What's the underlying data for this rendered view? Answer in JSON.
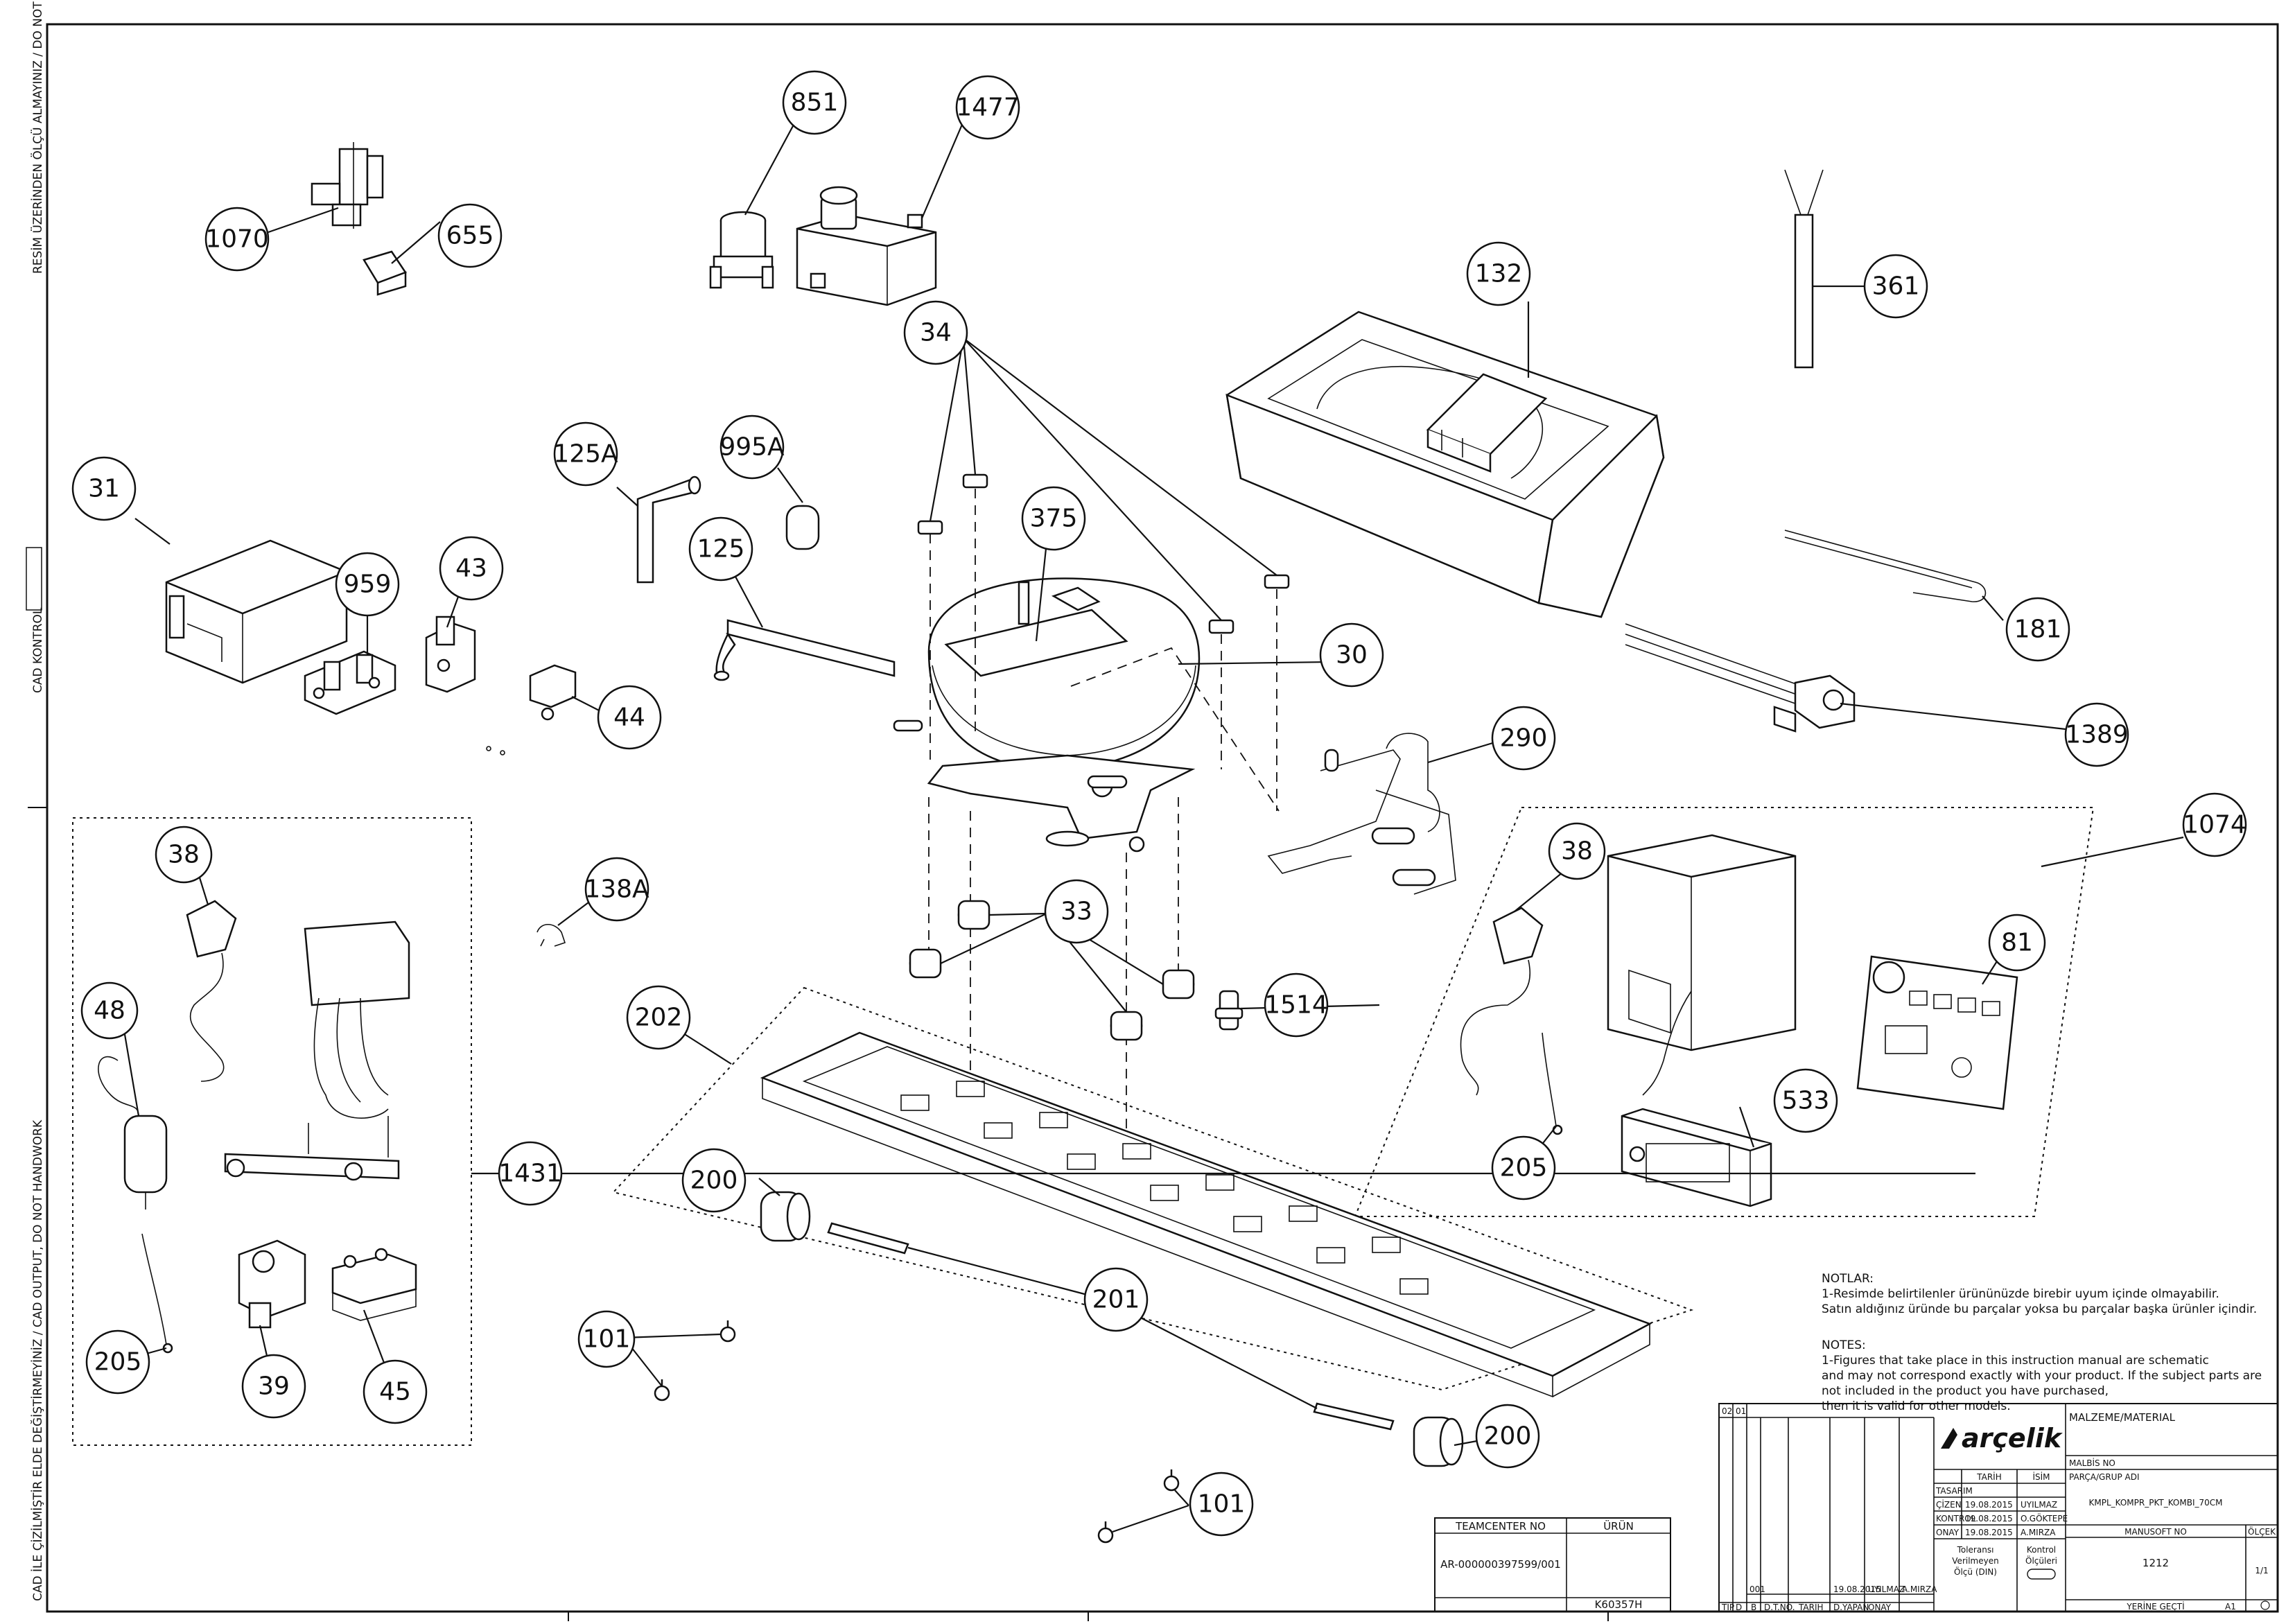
{
  "callouts": [
    {
      "id": "851",
      "label": "851"
    },
    {
      "id": "1477",
      "label": "1477"
    },
    {
      "id": "1070",
      "label": "1070"
    },
    {
      "id": "655",
      "label": "655"
    },
    {
      "id": "34",
      "label": "34"
    },
    {
      "id": "132",
      "label": "132"
    },
    {
      "id": "361",
      "label": "361"
    },
    {
      "id": "125A",
      "label": "125A"
    },
    {
      "id": "995A",
      "label": "995A"
    },
    {
      "id": "31",
      "label": "31"
    },
    {
      "id": "375",
      "label": "375"
    },
    {
      "id": "125",
      "label": "125"
    },
    {
      "id": "959",
      "label": "959"
    },
    {
      "id": "43",
      "label": "43"
    },
    {
      "id": "30",
      "label": "30"
    },
    {
      "id": "181",
      "label": "181"
    },
    {
      "id": "44",
      "label": "44"
    },
    {
      "id": "1389",
      "label": "1389"
    },
    {
      "id": "290",
      "label": "290"
    },
    {
      "id": "1074",
      "label": "1074"
    },
    {
      "id": "38-left",
      "label": "38"
    },
    {
      "id": "38-right",
      "label": "38"
    },
    {
      "id": "138A",
      "label": "138A"
    },
    {
      "id": "33",
      "label": "33"
    },
    {
      "id": "81",
      "label": "81"
    },
    {
      "id": "48",
      "label": "48"
    },
    {
      "id": "1514",
      "label": "1514"
    },
    {
      "id": "202",
      "label": "202"
    },
    {
      "id": "533",
      "label": "533"
    },
    {
      "id": "1431",
      "label": "1431"
    },
    {
      "id": "205-right",
      "label": "205"
    },
    {
      "id": "200-top",
      "label": "200"
    },
    {
      "id": "201",
      "label": "201"
    },
    {
      "id": "101-left",
      "label": "101"
    },
    {
      "id": "205-left",
      "label": "205"
    },
    {
      "id": "39",
      "label": "39"
    },
    {
      "id": "45",
      "label": "45"
    },
    {
      "id": "200-bottom",
      "label": "200"
    },
    {
      "id": "101-bottom",
      "label": "101"
    }
  ],
  "notes": {
    "tr_heading": "NOTLAR:",
    "tr_line1": "1-Resimde belirtilenler ürününüzde birebir  uyum içinde olmayabilir.",
    "tr_line2": "Satın aldığınız üründe bu parçalar yoksa bu parçalar başka ürünler içindir.",
    "en_heading": "NOTES:",
    "en_line1": "1-Figures that take place in this instruction manual are schematic",
    "en_line2": "and may not correspond exactly with your product. If the subject parts are",
    "en_line3": "not included in the product you have purchased,",
    "en_line4": "then it is valid for other models."
  },
  "side_labels": {
    "top": "RESİM ÜZERİNDEN ÖLÇÜ ALMAYINIZ / DO NOT SCALE",
    "middle": "CAD KONTROL",
    "bottom": "CAD İLE ÇİZİLMİŞTİR ELDE DEĞİŞTİRMEYİNİZ / CAD OUTPUT, DO NOT HANDWORK"
  },
  "teamcenter": {
    "header_no": "TEAMCENTER NO",
    "header_product": "ÜRÜN",
    "number": "AR-000000397599/001",
    "code": "K60357H"
  },
  "title_block": {
    "rev_a": "02",
    "rev_b": "01",
    "brand": "arçelik",
    "material_label": "MALZEME/MATERIAL",
    "malbis_label": "MALBİS NO",
    "part_group_label": "PARÇA/GRUP ADI",
    "part_group_value": "KMPL_KOMPR_PKT_KOMBI_70CM",
    "date_header": "TARİH",
    "name_header": "İSİM",
    "tasarim": "TASARIM",
    "cizen": "ÇİZEN",
    "cizen_date": "19.08.2015",
    "cizen_name": "UYILMAZ",
    "kontrol": "KONTROL",
    "kontrol_date": "19.08.2015",
    "kontrol_name": "O.GÖKTEPE",
    "onay": "ONAY",
    "onay_date": "19.08.2015",
    "onay_name": "A.MIRZA",
    "tolerance_1": "Toleransı",
    "tolerance_2": "Verilmeyen",
    "tolerance_3": "Ölçü (DIN)",
    "kontrol_olc_1": "Kontrol",
    "kontrol_olc_2": "Ölçüleri",
    "manusoft_label": "MANUSOFT NO",
    "manusoft_value": "1212",
    "olcek_label": "ÖLÇEK",
    "olcek_value": "1/1",
    "yerine_gecti": "YERİNE GEÇTİ",
    "sheet": "A1",
    "rev_row_no": "001",
    "rev_row_date": "19.08.2015",
    "rev_row_by": "UYILMAZ",
    "rev_row_appr": "A.MIRZA",
    "foot_tip": "TİP",
    "foot_d": "D",
    "foot_b": "B",
    "foot_dtno": "D.T.NO.",
    "foot_tarih": "TARİH",
    "foot_dyapan": "D.YAPAN",
    "foot_onay": "ONAY"
  }
}
